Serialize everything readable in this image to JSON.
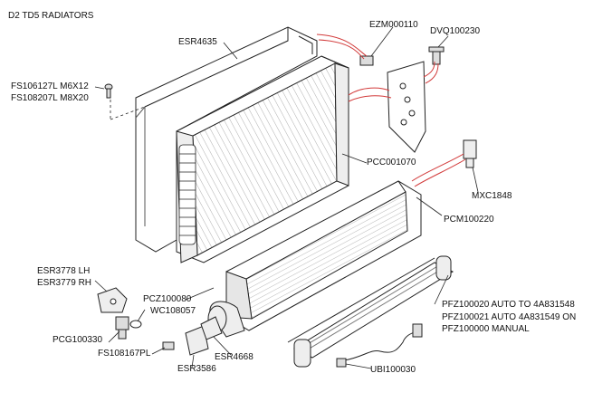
{
  "title": "D2 TD5 RADIATORS",
  "parts": [
    {
      "id": "esr4635",
      "label": "ESR4635"
    },
    {
      "id": "ezm000110",
      "label": "EZM000110"
    },
    {
      "id": "dvq100230",
      "label": "DVQ100230"
    },
    {
      "id": "fs106127l",
      "label": "FS106127L M6X12"
    },
    {
      "id": "fs108207l",
      "label": "FS108207L M8X20"
    },
    {
      "id": "pcc001070",
      "label": "PCC001070"
    },
    {
      "id": "mxc1848",
      "label": "MXC1848"
    },
    {
      "id": "pcm100220",
      "label": "PCM100220"
    },
    {
      "id": "esr3778",
      "label": "ESR3778 LH"
    },
    {
      "id": "esr3779",
      "label": "ESR3779 RH"
    },
    {
      "id": "pcz100080",
      "label": "PCZ100080"
    },
    {
      "id": "wc108057",
      "label": "WC108057"
    },
    {
      "id": "pcg100330",
      "label": "PCG100330"
    },
    {
      "id": "fs108167pl",
      "label": "FS108167PL"
    },
    {
      "id": "esr4668",
      "label": "ESR4668"
    },
    {
      "id": "esr3586",
      "label": "ESR3586"
    },
    {
      "id": "pfz100020",
      "label": "PFZ100020 AUTO TO 4A831548"
    },
    {
      "id": "pfz100021",
      "label": "PFZ100021 AUTO 4A831549 ON"
    },
    {
      "id": "pfz100000",
      "label": "PFZ100000 MANUAL"
    },
    {
      "id": "ubi100030",
      "label": "UBI100030"
    }
  ],
  "colors": {
    "line": "#222222",
    "hose": "#d23a3a",
    "fill": "#ffffff",
    "shade": "#e6e6e6"
  }
}
